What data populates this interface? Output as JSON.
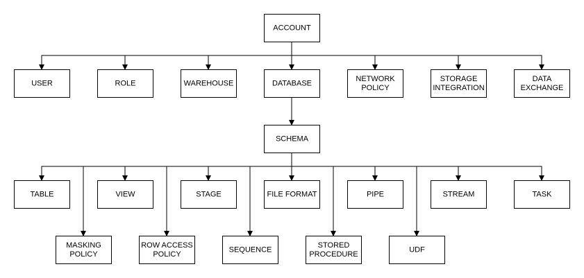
{
  "nodes": {
    "account": [
      "ACCOUNT"
    ],
    "user": [
      "USER"
    ],
    "role": [
      "ROLE"
    ],
    "warehouse": [
      "WAREHOUSE"
    ],
    "database": [
      "DATABASE"
    ],
    "network_policy": [
      "NETWORK",
      "POLICY"
    ],
    "storage_integration": [
      "STORAGE",
      "INTEGRATION"
    ],
    "data_exchange": [
      "DATA",
      "EXCHANGE"
    ],
    "schema": [
      "SCHEMA"
    ],
    "table": [
      "TABLE"
    ],
    "view": [
      "VIEW"
    ],
    "stage": [
      "STAGE"
    ],
    "file_format": [
      "FILE FORMAT"
    ],
    "pipe": [
      "PIPE"
    ],
    "stream": [
      "STREAM"
    ],
    "task": [
      "TASK"
    ],
    "masking_policy": [
      "MASKING",
      "POLICY"
    ],
    "row_access_policy": [
      "ROW ACCESS",
      "POLICY"
    ],
    "sequence": [
      "SEQUENCE"
    ],
    "stored_procedure": [
      "STORED",
      "PROCEDURE"
    ],
    "udf": [
      "UDF"
    ]
  },
  "edges": [
    [
      "account",
      "user"
    ],
    [
      "account",
      "role"
    ],
    [
      "account",
      "warehouse"
    ],
    [
      "account",
      "database"
    ],
    [
      "account",
      "network_policy"
    ],
    [
      "account",
      "storage_integration"
    ],
    [
      "account",
      "data_exchange"
    ],
    [
      "database",
      "schema"
    ],
    [
      "schema",
      "table"
    ],
    [
      "schema",
      "view"
    ],
    [
      "schema",
      "stage"
    ],
    [
      "schema",
      "file_format"
    ],
    [
      "schema",
      "pipe"
    ],
    [
      "schema",
      "stream"
    ],
    [
      "schema",
      "task"
    ],
    [
      "schema",
      "masking_policy"
    ],
    [
      "schema",
      "row_access_policy"
    ],
    [
      "schema",
      "sequence"
    ],
    [
      "schema",
      "stored_procedure"
    ],
    [
      "schema",
      "udf"
    ]
  ]
}
